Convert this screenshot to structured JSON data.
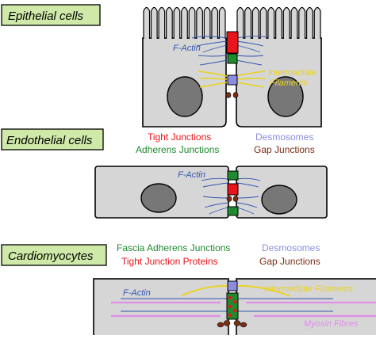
{
  "panels": {
    "epithelial": {
      "title": "Epithelial cells",
      "f_actin": "F-Actin",
      "intermediate_filaments_line1": "Intermediate",
      "intermediate_filaments_line2": "Filaments"
    },
    "endothelial": {
      "title": "Endothelial cells",
      "f_actin": "F-Actin",
      "legend": {
        "tight_junctions": "Tight Junctions",
        "desmosomes": "Desmosomes",
        "adherens_junctions": "Adherens Junctions",
        "gap_junctions": "Gap Junctions"
      }
    },
    "cardiomyocytes": {
      "title": "Cardiomyocytes",
      "f_actin": "F-Actin",
      "intermediate_filaments": "Intermediate Filaments",
      "myosin_fibres": "Myosin Fibres",
      "legend": {
        "fascia_adherens": "Fascia Adherens Junctions",
        "desmosomes": "Desmosomes",
        "tight_junction_proteins": "Tight Junction Proteins",
        "gap_junctions": "Gap Junctions"
      }
    }
  },
  "colors": {
    "cell_fill": "#d6d6d6",
    "title_box_fill": "#cfe9a8",
    "tight_junction": "#e8151b",
    "adherens_junction": "#1f8a2e",
    "desmosome": "#8c8ce0",
    "gap_junction": "#7a2e14",
    "f_actin": "#3355b0",
    "intermediate_filaments": "#ead21f",
    "myosin_fibres": "#e08ee8"
  }
}
